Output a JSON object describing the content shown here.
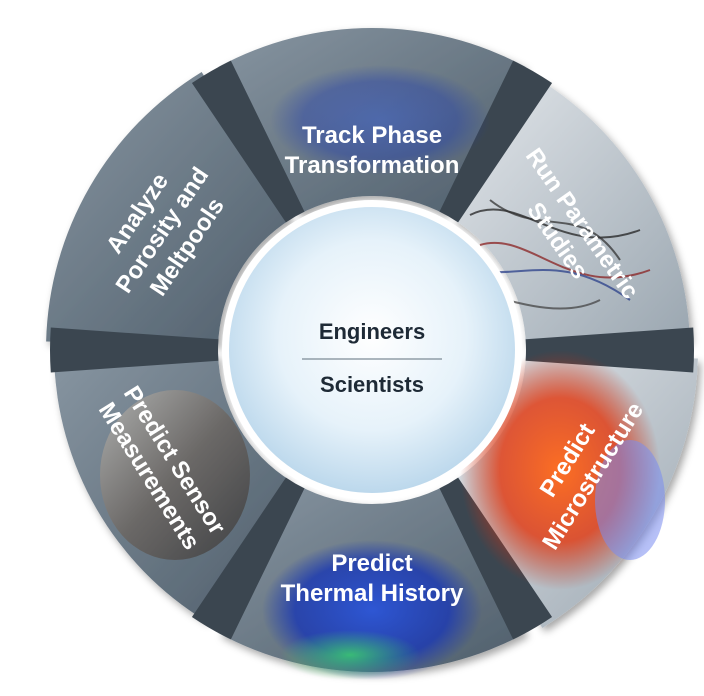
{
  "center": {
    "top_label": "Engineers",
    "bottom_label": "Scientists"
  },
  "segments": [
    {
      "id": "track-phase",
      "lines": [
        "Track Phase",
        "Transformation"
      ]
    },
    {
      "id": "run-parametric",
      "lines": [
        "Run Parametric",
        "Studies"
      ]
    },
    {
      "id": "predict-microstructure",
      "lines": [
        "Predict",
        "Microstructure"
      ]
    },
    {
      "id": "predict-thermal",
      "lines": [
        "Predict",
        "Thermal History"
      ]
    },
    {
      "id": "predict-sensor",
      "lines": [
        "Predict Sensor",
        "Measurements"
      ]
    },
    {
      "id": "analyze-porosity",
      "lines": [
        "Analyze",
        "Porosity and",
        "Meltpools"
      ]
    }
  ],
  "colors": {
    "segment_dark": "#5d6d7a",
    "segment_light": "#c4ccd3",
    "divider": "#3b4650",
    "center_fill": "#dcecf7",
    "center_text": "#1e2a36",
    "label_text": "#ffffff"
  }
}
